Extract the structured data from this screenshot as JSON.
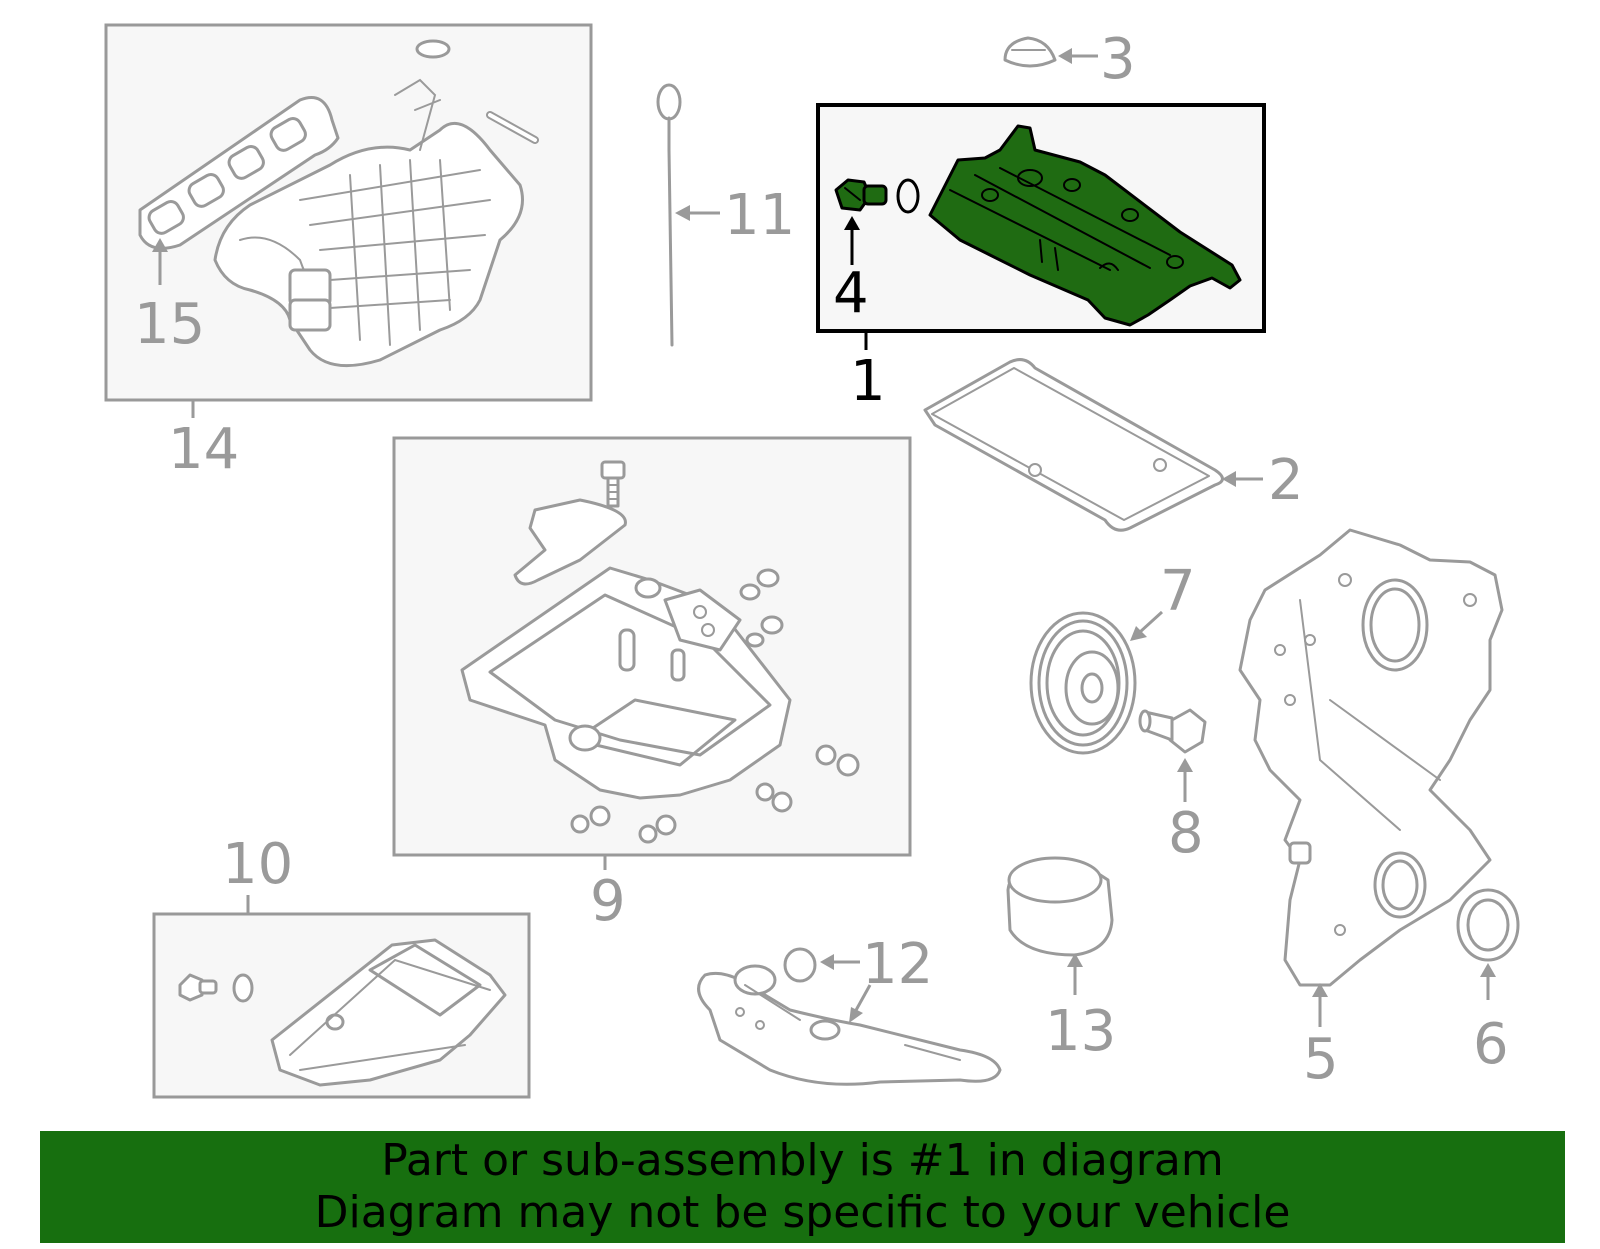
{
  "diagram": {
    "callouts": {
      "c1": "1",
      "c2": "2",
      "c3": "3",
      "c4": "4",
      "c5": "5",
      "c6": "6",
      "c7": "7",
      "c8": "8",
      "c9": "9",
      "c10": "10",
      "c11": "11",
      "c12": "12",
      "c13": "13",
      "c14": "14",
      "c15": "15"
    },
    "highlighted_part": "1",
    "colors": {
      "highlight_fill": "#1f6b12",
      "banner_bg": "#176f0f",
      "part_stroke": "#9a9a9a"
    }
  },
  "banner": {
    "line1": "Part or sub-assembly is #1 in diagram",
    "line2": "Diagram may not be specific to your vehicle"
  }
}
